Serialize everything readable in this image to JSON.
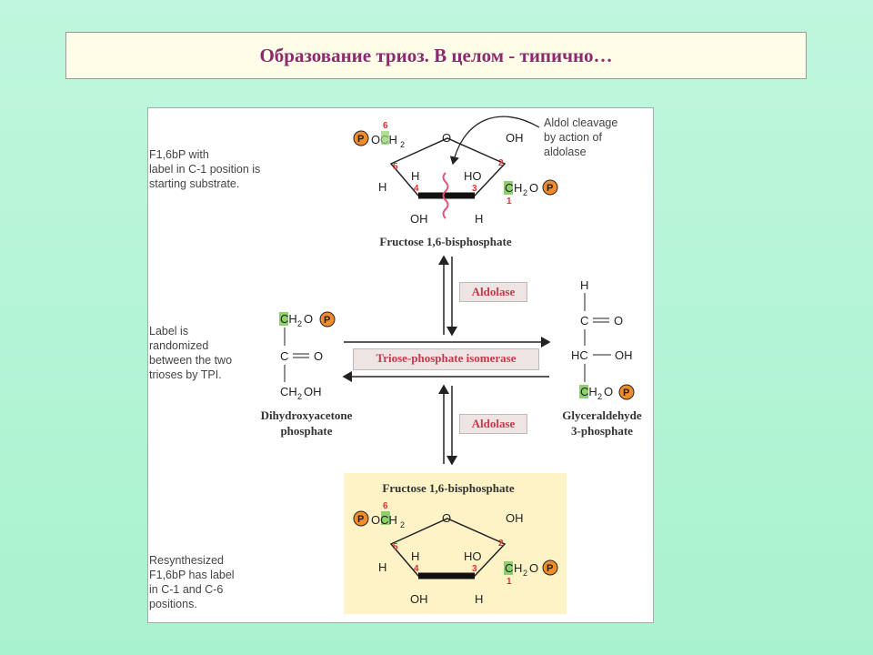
{
  "title": "Образование триоз. В целом - типично…",
  "notes": {
    "f16bp": "F1,6bP with\nlabel in C-1 position is\nstarting substrate.",
    "aldol": "Aldol cleavage\nby action of\naldolase",
    "randomized": "Label is\nrandomized\nbetween the two\ntrioses by TPI.",
    "resynth": "Resynthesized\nF1,6bP has label\nin C-1 and C-6\npositions."
  },
  "captions": {
    "top_fructose": "Fructose 1,6-bisphosphate",
    "bottom_fructose": "Fructose 1,6-bisphosphate",
    "dhap": "Dihydroxyacetone\nphosphate",
    "g3p": "Glyceraldehyde\n3-phosphate"
  },
  "enzymes": {
    "aldolase_top": "Aldolase",
    "tpi": "Triose-phosphate isomerase",
    "aldolase_bottom": "Aldolase"
  },
  "structure": {
    "phosphate": "P",
    "och2": "OCH",
    "sub2": "2",
    "ring_o": "O",
    "oh": "OH",
    "h": "H",
    "ho": "HO",
    "c": "C",
    "h2o": "H",
    "o": "O",
    "carbon_numbers": [
      "6",
      "5",
      "4",
      "3",
      "2",
      "1"
    ],
    "dhap": {
      "ch2o": "CH",
      "sub": "2",
      "o_link": "O",
      "c": "C",
      "eq_o": "O",
      "ch2oh": "CH",
      "sub2": "2",
      "oh": "OH"
    },
    "g3p": {
      "h": "H",
      "c1": "C",
      "eq_o": "O",
      "hc": "HC",
      "oh": "OH",
      "ch2o": "CH",
      "sub": "2",
      "o_link": "O"
    }
  },
  "colors": {
    "title": "#8b2a6e",
    "phosphate_fill": "#f08c2c",
    "label_green": "#8ed06e",
    "carbon_number": "#d33",
    "enzyme_text": "#c43a4a"
  }
}
